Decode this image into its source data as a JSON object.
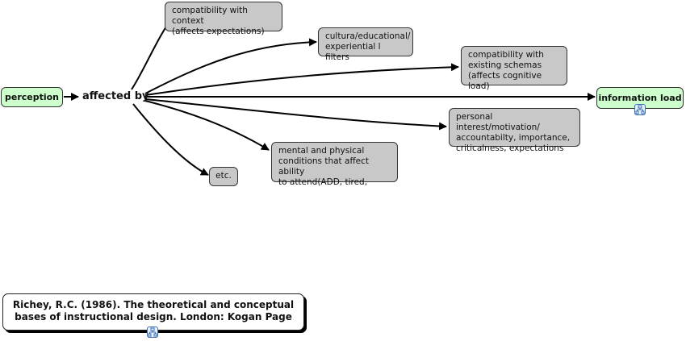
{
  "concepts": {
    "perception": "perception",
    "affected_by": "affected by",
    "information_load": "information load",
    "compat_context": "compatibility with context\n(affects expectations)",
    "cultural_filters": "cultura/educational/\nexperiential l filters",
    "compat_schemas": "compatibility with\nexisting schemas\n(affects cognitive load)",
    "personal_interest": "personal interest/motivation/\naccountabilty, importance,\ncriticalness, expectations",
    "mental_physical": "mental and physical\nconditions that affect ability\nto attend(ADD, tired,",
    "etc": "etc."
  },
  "citation": "Richey, R.C. (1986).  The theoretical and conceptual\nbases of instructional design.  London: Kogan Page",
  "icons": [
    "submap-icon"
  ],
  "colors": {
    "concept_gray": "#c8c8c8",
    "concept_green": "#ccffcc",
    "line": "#000000"
  }
}
